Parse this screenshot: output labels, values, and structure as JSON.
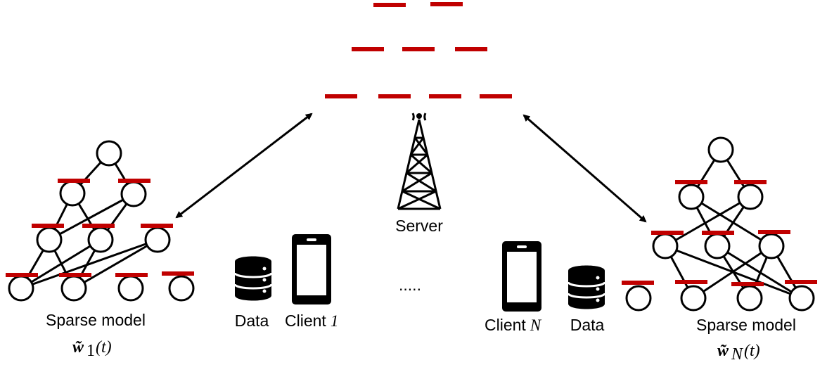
{
  "labels": {
    "server": "Server",
    "client_1_word": "Client",
    "client_1_index": "1",
    "client_n_word": "Client",
    "client_n_index": "N",
    "data_left": "Data",
    "data_right": "Data",
    "ellipsis": ".....",
    "sparse_model_left": "Sparse model",
    "sparse_model_right": "Sparse model",
    "weight_left_symbol": "w̃",
    "weight_left_sub": "1",
    "weight_left_arg": "(t)",
    "weight_right_symbol": "w̃",
    "weight_right_sub": "N",
    "weight_right_arg": "(t)"
  },
  "colors": {
    "mask_bar": "#c00000",
    "ink": "#000000"
  },
  "icons": [
    "tower-icon",
    "database-icon",
    "smartphone-icon",
    "bidirectional-arrow-icon"
  ]
}
